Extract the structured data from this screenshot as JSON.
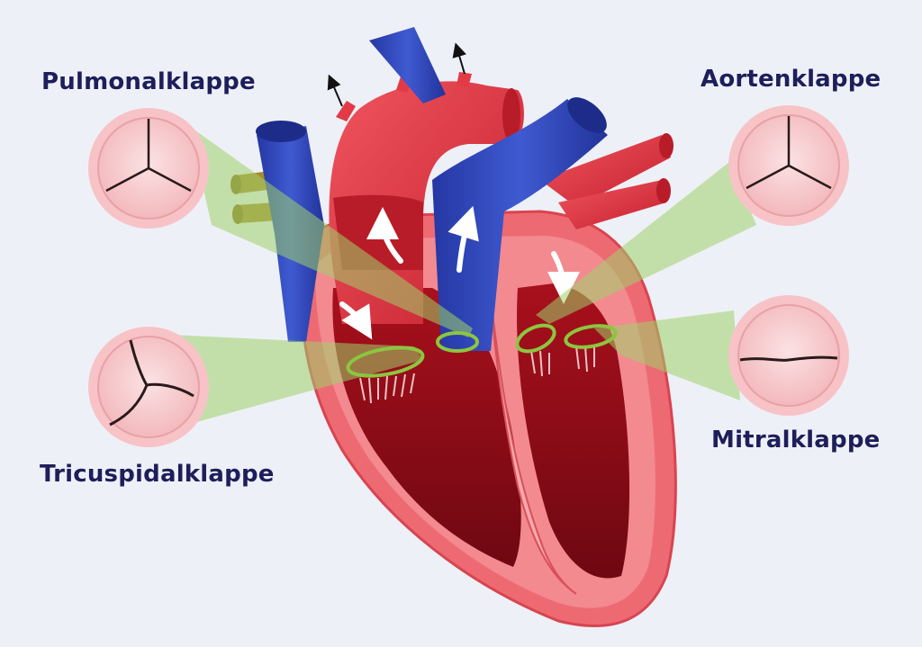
{
  "labels": {
    "pulmonary": "Pulmonalklappe",
    "aortic": "Aortenklappe",
    "tricuspid": "Tricuspidalklappe",
    "mitral": "Mitralklappe"
  },
  "colors": {
    "background": "#eef0f7",
    "label_text": "#1e1e5a",
    "highlight_green": "#9fd26a",
    "valve_ring": "#8cc63f",
    "heart_red": "#e23b47",
    "vessel_blue": "#2f47b8",
    "valve_pink": "#f6c9cc"
  }
}
